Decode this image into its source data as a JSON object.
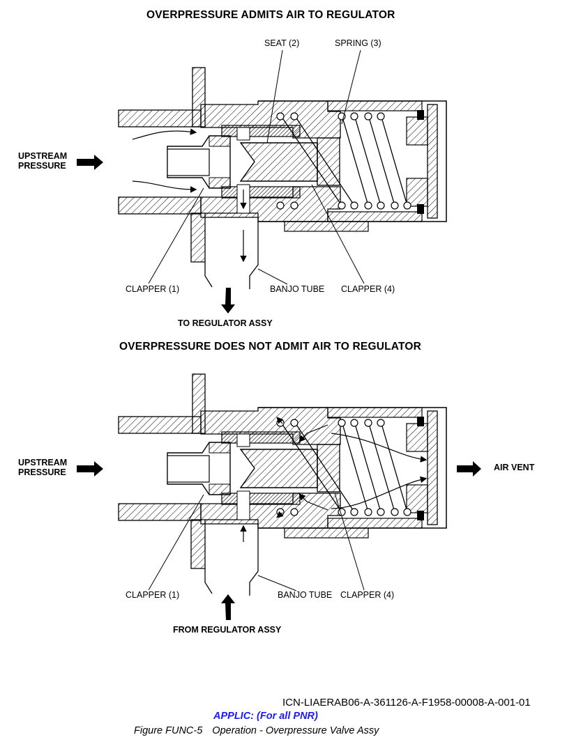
{
  "diagrams": [
    {
      "title": "OVERPRESSURE ADMITS AIR TO REGULATOR",
      "labels": {
        "seat": "SEAT (2)",
        "spring": "SPRING (3)",
        "upstream": [
          "UPSTREAM",
          "PRESSURE"
        ],
        "clapper1": "CLAPPER (1)",
        "banjo": "BANJO TUBE",
        "clapper4": "CLAPPER (4)",
        "flow": "TO REGULATOR ASSY"
      }
    },
    {
      "title": "OVERPRESSURE DOES NOT ADMIT AIR TO REGULATOR",
      "labels": {
        "upstream": [
          "UPSTREAM",
          "PRESSURE"
        ],
        "air_vent": "AIR VENT",
        "clapper1": "CLAPPER (1)",
        "banjo": "BANJO TUBE",
        "clapper4": "CLAPPER (4)",
        "flow": "FROM REGULATOR ASSY"
      }
    }
  ],
  "footer": {
    "icn": "ICN-LIAERAB06-A-361126-A-F1958-00008-A-001-01",
    "applic": "APPLIC: (For all PNR)",
    "figure": "Figure FUNC-5",
    "caption": "Operation - Overpressure Valve Assy"
  }
}
